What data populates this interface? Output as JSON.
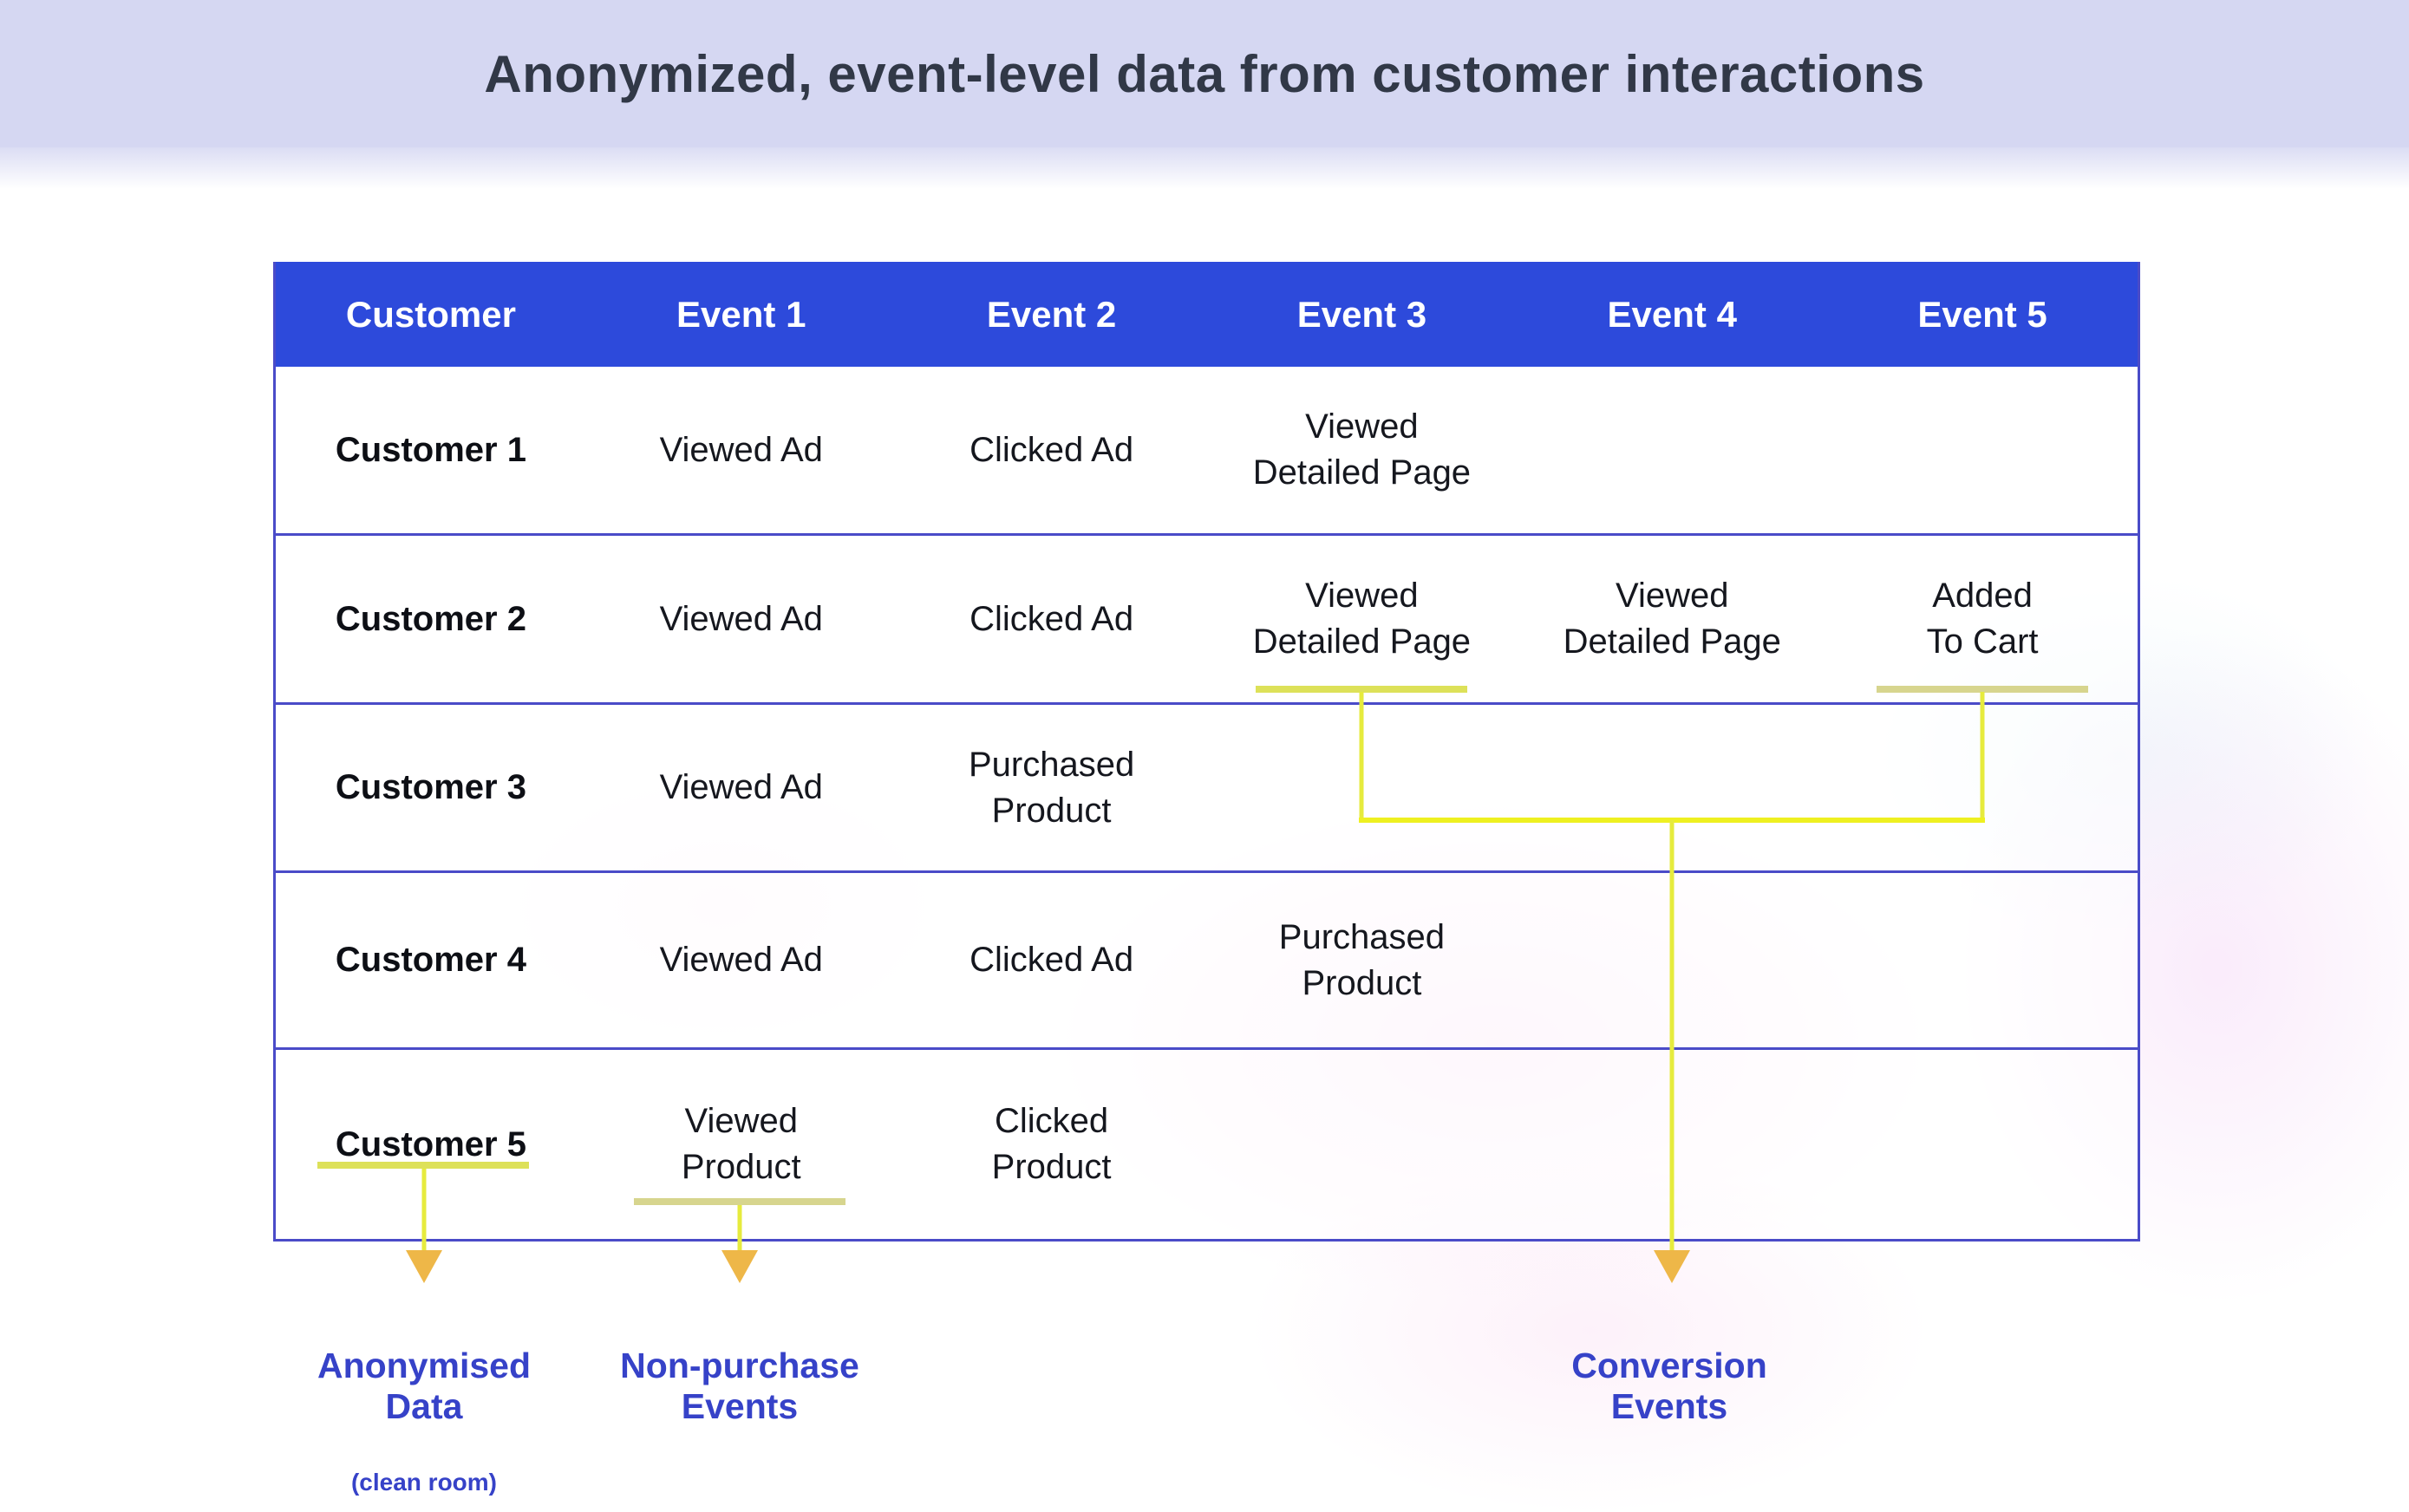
{
  "title": "Anonymized, event-level data from customer interactions",
  "table": {
    "headers": [
      "Customer",
      "Event 1",
      "Event 2",
      "Event 3",
      "Event 4",
      "Event 5"
    ],
    "rows": [
      {
        "customer": "Customer 1",
        "events": [
          "Viewed Ad",
          "Clicked Ad",
          "Viewed\nDetailed Page",
          "",
          ""
        ]
      },
      {
        "customer": "Customer 2",
        "events": [
          "Viewed Ad",
          "Clicked Ad",
          "Viewed\nDetailed Page",
          "Viewed\nDetailed Page",
          "Added\nTo Cart"
        ]
      },
      {
        "customer": "Customer 3",
        "events": [
          "Viewed Ad",
          "Purchased\nProduct",
          "",
          "",
          ""
        ]
      },
      {
        "customer": "Customer 4",
        "events": [
          "Viewed Ad",
          "Clicked Ad",
          "Purchased\nProduct",
          "",
          ""
        ]
      },
      {
        "customer": "Customer 5",
        "events": [
          "Viewed\nProduct",
          "Clicked\nProduct",
          "",
          "",
          ""
        ]
      }
    ]
  },
  "annotations": {
    "anonymised": {
      "title": "Anonymised\nData",
      "subtitle": "(clean room)"
    },
    "non_purchase": {
      "title": "Non-purchase\nEvents"
    },
    "conversion": {
      "title": "Conversion\nEvents"
    }
  },
  "colors": {
    "title_band_bg": "#d5d7f2",
    "title_text": "#313847",
    "header_bg": "#2d4adb",
    "table_border": "#4a4bc8",
    "annotation_line": "#e6eb3d",
    "arrowhead": "#eeb748",
    "label_text": "#3642c8"
  }
}
